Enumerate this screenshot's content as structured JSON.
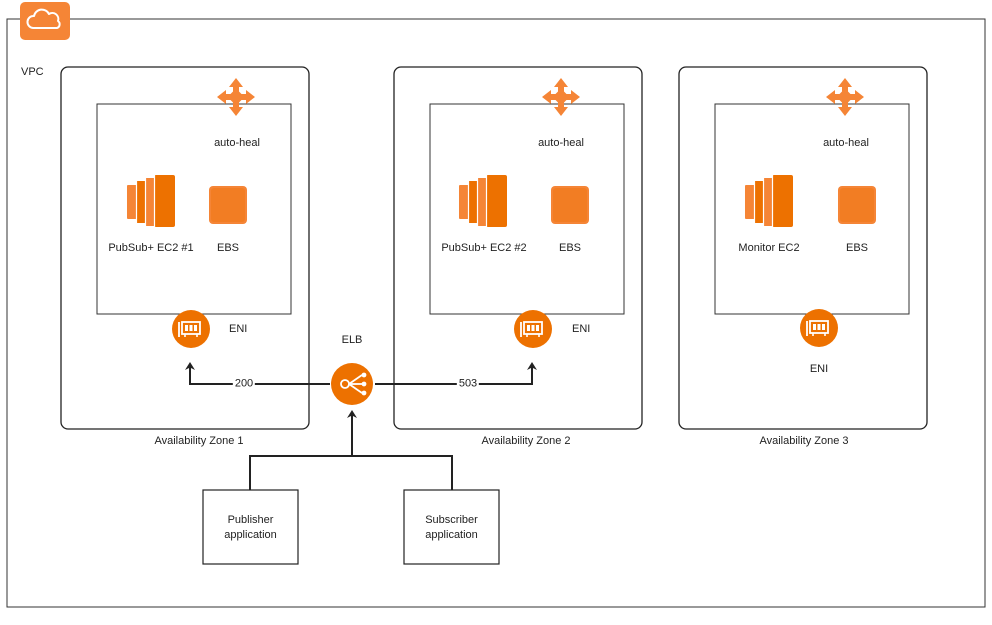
{
  "vpc": {
    "label": "VPC",
    "icon": "cloud-icon"
  },
  "zones": [
    {
      "label": "Availability Zone 1",
      "auto_heal": "auto-heal",
      "ec2": "PubSub+ EC2 #1",
      "ebs": "EBS",
      "eni": "ENI"
    },
    {
      "label": "Availability Zone 2",
      "auto_heal": "auto-heal",
      "ec2": "PubSub+ EC2 #2",
      "ebs": "EBS",
      "eni": "ENI"
    },
    {
      "label": "Availability Zone 3",
      "auto_heal": "auto-heal",
      "ec2": "Monitor EC2",
      "ebs": "EBS",
      "eni": "ENI"
    }
  ],
  "elb": {
    "label": "ELB"
  },
  "edges": {
    "to_zone1": "200",
    "to_zone2": "503"
  },
  "clients": {
    "publisher": [
      "Publisher",
      "application"
    ],
    "subscriber": [
      "Subscriber",
      "application"
    ]
  },
  "colors": {
    "aws_orange": "#ED7100",
    "aws_orange_light": "#F58536",
    "line": "#222222"
  },
  "icons": {
    "auto_heal": "auto-scaling-arrows-icon",
    "ec2": "ec2-instance-icon",
    "ebs": "ebs-volume-icon",
    "eni": "network-interface-icon",
    "elb": "load-balancer-icon"
  }
}
